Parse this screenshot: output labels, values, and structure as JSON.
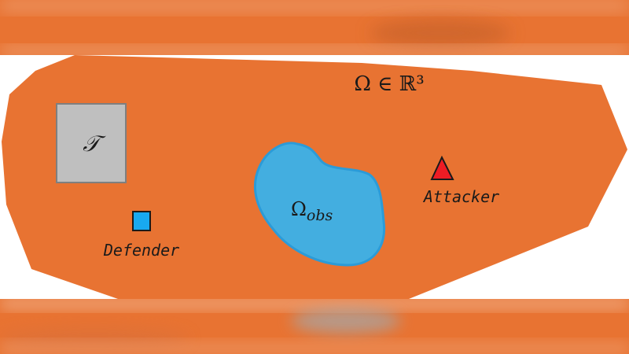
{
  "colors": {
    "domain_fill": "#E87332",
    "obstacle_fill": "#43AEE0",
    "obstacle_stroke": "#2B9BD8",
    "target_fill": "#BFBFBF",
    "target_stroke": "#7F7F7F",
    "defender_fill": "#18A9F0",
    "attacker_fill": "#EE1C24",
    "text": "#1A1A1A",
    "background": "#FFFFFF"
  },
  "diagram": {
    "domain_label": "Ω ∈ ℝ³",
    "obstacle_label_base": "Ω",
    "obstacle_label_sub": "obs",
    "target_label": "𝒯",
    "defender_label": "Defender",
    "attacker_label": "Attacker"
  },
  "icons": {
    "target": "square-target-icon",
    "defender": "square-defender-icon",
    "attacker": "triangle-attacker-icon"
  }
}
